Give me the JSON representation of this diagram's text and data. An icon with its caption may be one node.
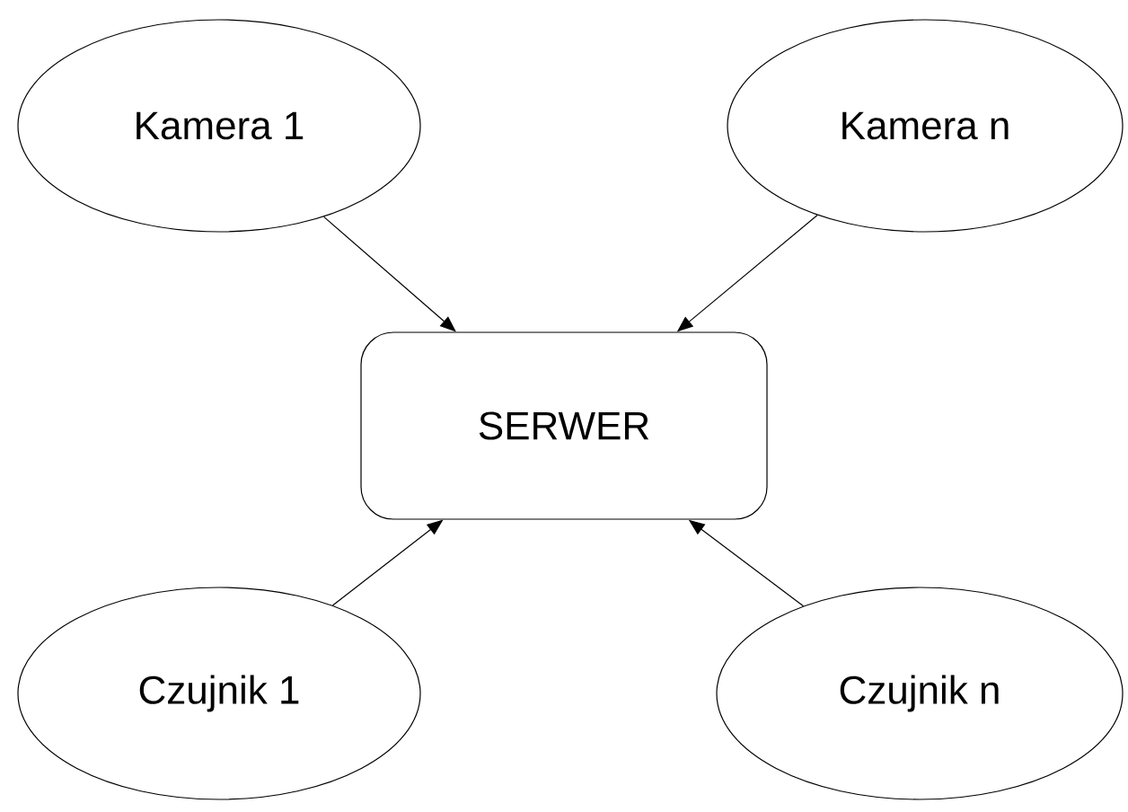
{
  "diagram": {
    "nodes": [
      {
        "text": [
          "Kamera 1"
        ]
      },
      {
        "text": [
          "Kamera n"
        ]
      },
      {
        "text": [
          "SERWER"
        ]
      },
      {
        "text": [
          "Czujnik 1"
        ]
      },
      {
        "text": [
          "Czujnik n"
        ]
      }
    ],
    "edges": [
      {
        "from": 0,
        "to": 2,
        "arrow": "to"
      },
      {
        "from": 1,
        "to": 2,
        "arrow": "to"
      },
      {
        "from": 3,
        "to": 2,
        "arrow": "to"
      },
      {
        "from": 4,
        "to": 2,
        "arrow": "to"
      }
    ]
  }
}
